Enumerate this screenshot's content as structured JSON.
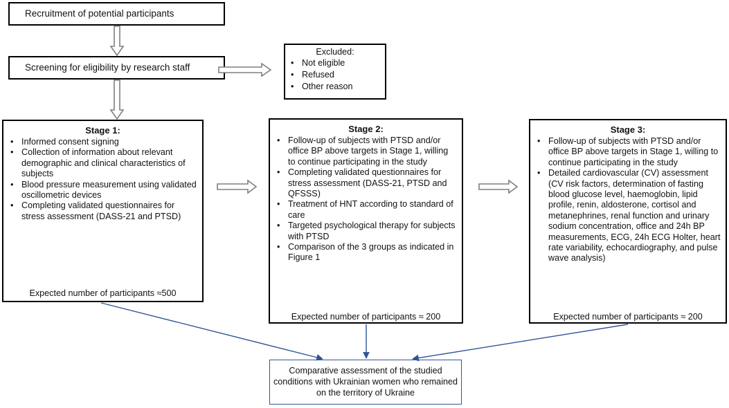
{
  "recruitment": "Recruitment of potential participants",
  "screening": "Screening for eligibility by research staff",
  "excluded": {
    "title": "Excluded:",
    "items": [
      "Not eligible",
      "Refused",
      "Other reason"
    ]
  },
  "stage1": {
    "title": "Stage 1:",
    "items": [
      "Informed consent signing",
      "Collection of information about relevant demographic and clinical characteristics of subjects",
      "Blood pressure measurement using validated oscillometric devices",
      "Completing validated questionnaires for stress assessment (DASS-21 and PTSD)"
    ],
    "footer": "Expected number of participants ≈500"
  },
  "stage2": {
    "title": "Stage 2:",
    "items": [
      "Follow-up of subjects with PTSD and/or office BP above targets in Stage 1, willing to continue participating in the study",
      "Completing validated questionnaires for stress assessment (DASS-21, PTSD and QFSSS)",
      "Treatment of HNT according to standard of care",
      "Targeted psychological therapy for subjects with PTSD",
      "Comparison of the 3 groups  as indicated in Figure 1"
    ],
    "footer": "Expected number of participants ≈ 200"
  },
  "stage3": {
    "title": "Stage 3:",
    "items": [
      "Follow-up of subjects with PTSD and/or office BP above  targets in Stage 1, willing to continue participating in the study",
      "Detailed cardiovascular (CV) assessment (CV risk factors, determination of fasting blood glucose level, haemoglobin, lipid profile, renin, aldosterone, cortisol and metanephrines, renal function and urinary sodium concentration, office and 24h BP measurements, ECG, 24h ECG Holter, heart rate variability, echocardiography, and pulse wave analysis)"
    ],
    "footer": "Expected number of participants ≈ 200"
  },
  "final": "Comparative assessment of the studied conditions with Ukrainian women who remained on the territory of Ukraine",
  "colors": {
    "box_border": "#000000",
    "connector_line": "#2f5597",
    "hollow_arrow": "#7f7f7f"
  }
}
